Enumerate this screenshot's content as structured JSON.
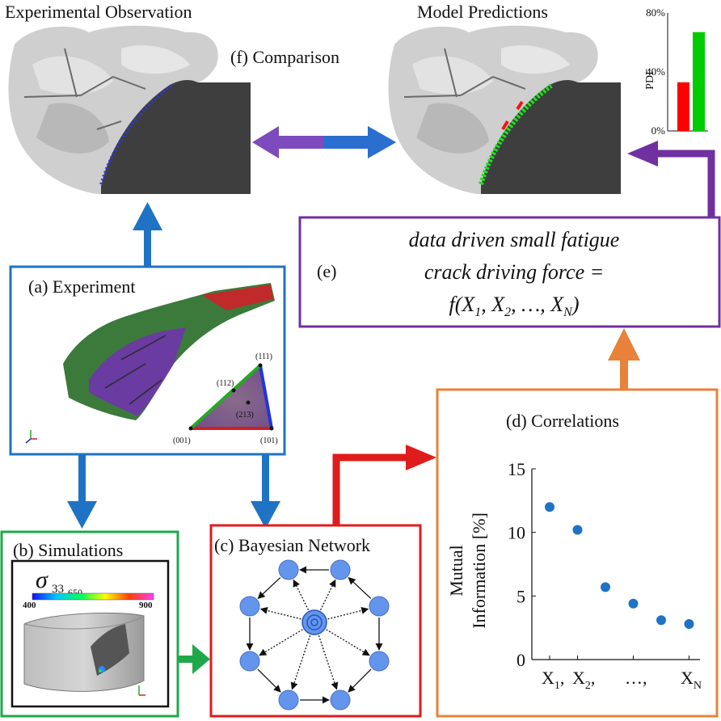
{
  "top": {
    "left_title": "Experimental Observation",
    "right_title": "Model Predictions",
    "comparison": "(f) Comparison"
  },
  "inset_bar": {
    "ylabel": "PDF",
    "ticks": [
      "80%",
      "40%",
      "0%"
    ],
    "bars": [
      {
        "value": 33,
        "color": "#ff0000"
      },
      {
        "value": 67,
        "color": "#00cc00"
      }
    ],
    "ymax": 80
  },
  "panel_a": {
    "label": "(a) Experiment",
    "ipf": {
      "v001": "(001)",
      "v101": "(101)",
      "v111": "(111)",
      "v112": "(112)",
      "v213": "(213)"
    }
  },
  "panel_b": {
    "label": "(b) Simulations",
    "sigma": "σ",
    "sigma_sub": "33",
    "sigma_sup": "650",
    "cb_min": "400",
    "cb_max": "900"
  },
  "panel_c": {
    "label": "(c) Bayesian Network"
  },
  "panel_d": {
    "label": "(d) Correlations"
  },
  "panel_e": {
    "label": "(e)",
    "line1": "data driven small fatigue",
    "line2": "crack driving force =",
    "line3": "f(X",
    "sub1": "1",
    "sep1": ", X",
    "sub2": "2",
    "sep2": ", …, X",
    "subN": "N",
    "close": ")"
  },
  "colors": {
    "blue": "#1f73c4",
    "green": "#1fa84b",
    "red": "#e01b1b",
    "orange": "#e8823a",
    "purple": "#7030a0",
    "node": "#6495ed"
  },
  "chart_data": {
    "type": "scatter",
    "title": "",
    "xlabel": "",
    "ylabel": "Mutual Information [%]",
    "ylabel_line1": "Mutual",
    "ylabel_line2": "Information [%]",
    "ylim": [
      0,
      15
    ],
    "yticks": [
      "0",
      "5",
      "10",
      "15"
    ],
    "x": [
      1,
      2,
      3,
      4,
      5,
      6
    ],
    "y": [
      12.0,
      10.2,
      5.7,
      4.4,
      3.1,
      2.8
    ],
    "x_labels": [
      {
        "base": "X",
        "sub": "1",
        "tail": ","
      },
      {
        "base": "X",
        "sub": "2",
        "tail": ","
      },
      {
        "base": "…",
        "sub": "",
        "tail": ","
      },
      {
        "base": "X",
        "sub": "N",
        "tail": ""
      }
    ],
    "grid": false,
    "color": "#1f73c4"
  }
}
